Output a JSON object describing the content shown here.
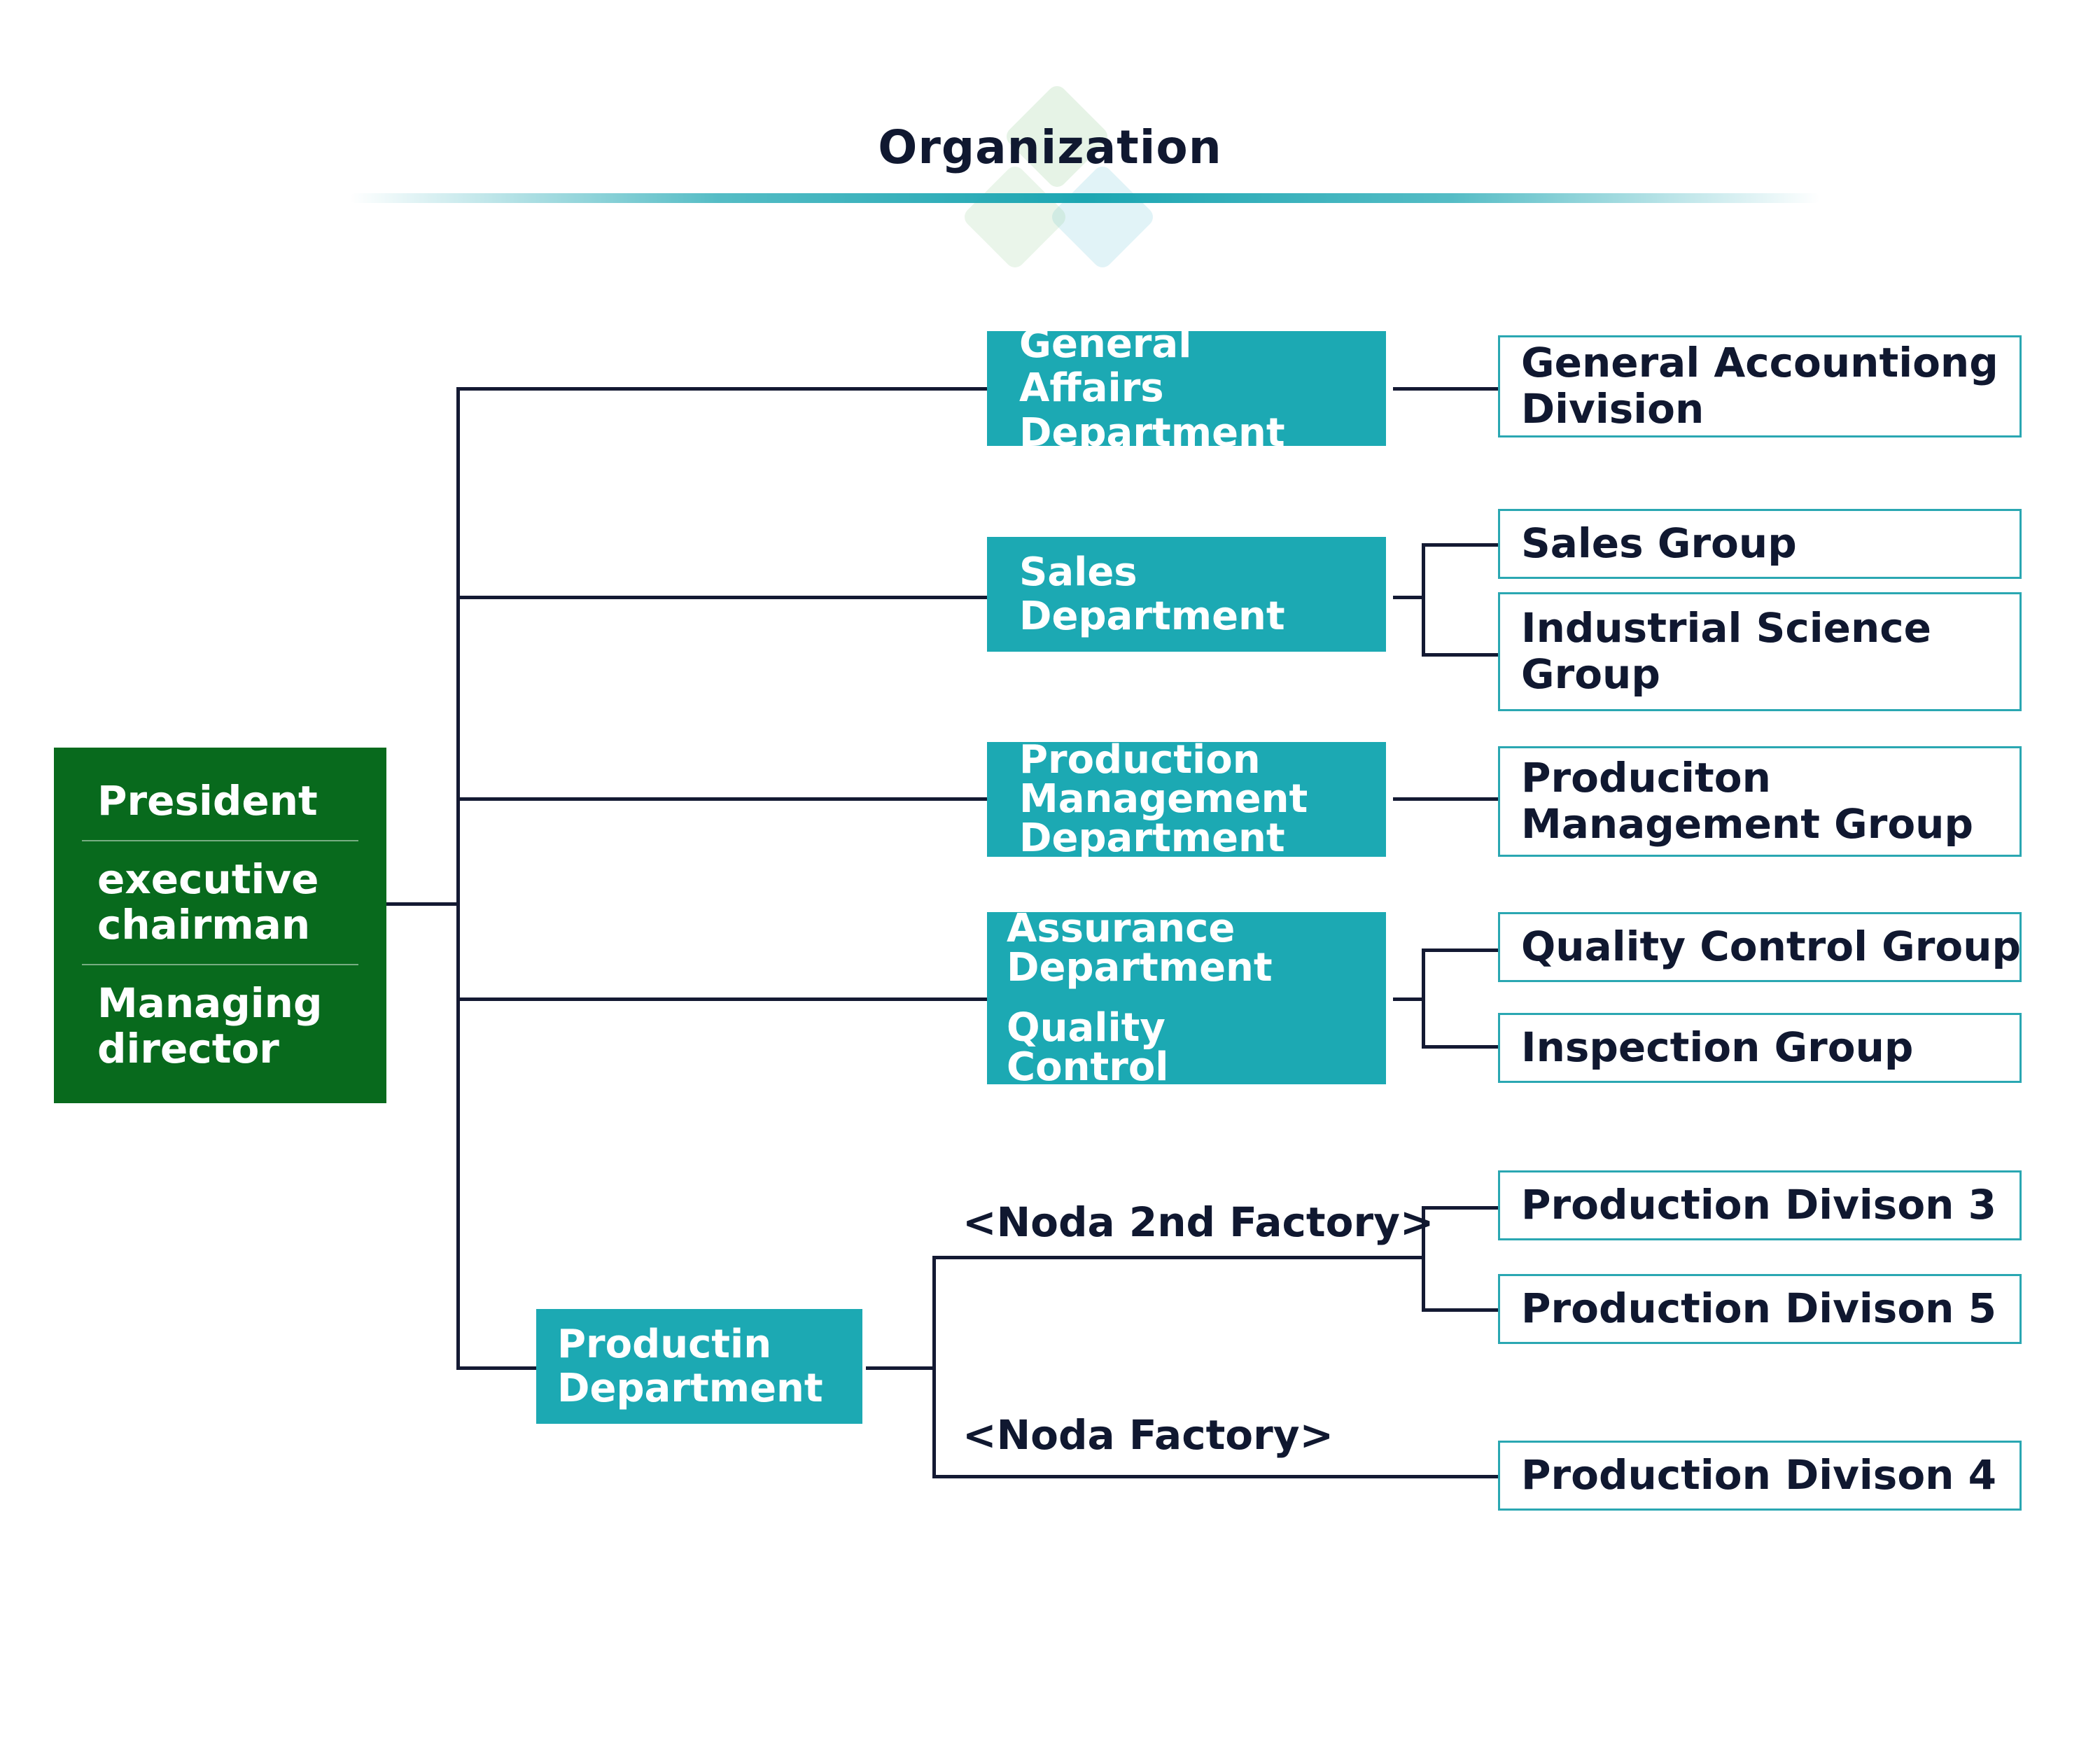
{
  "title": "Organization",
  "executive": {
    "lines": [
      "President",
      "executive chairman",
      "Managing director"
    ]
  },
  "departments": {
    "general_affairs": "General Affairs Department",
    "sales": "Sales Department",
    "production_management": "Production Management Department",
    "quality_assurance": "Quality Assurance Department",
    "quality_control_division": "Quality Control Division",
    "production": "Productin Department"
  },
  "groups": {
    "general_accounting": "General Accountiong Division",
    "sales_group": "Sales Group",
    "industrial_science": "Industrial Science Group",
    "production_management_group": "Produciton Management Group",
    "quality_control_group": "Quality Control Group",
    "inspection_group": "Inspection Group",
    "production_division_3": "Production Divison 3",
    "production_division_5": "Production Divison 5",
    "production_division_4": "Production Divison 4"
  },
  "factories": {
    "noda_2nd": "<Noda 2nd Factory>",
    "noda": "<Noda Factory>"
  },
  "colors": {
    "executive_box": "#086a1d",
    "department_box": "#1ca9b3",
    "group_border": "#2aa7b2",
    "connector": "#141a33",
    "text_dark": "#101830"
  }
}
